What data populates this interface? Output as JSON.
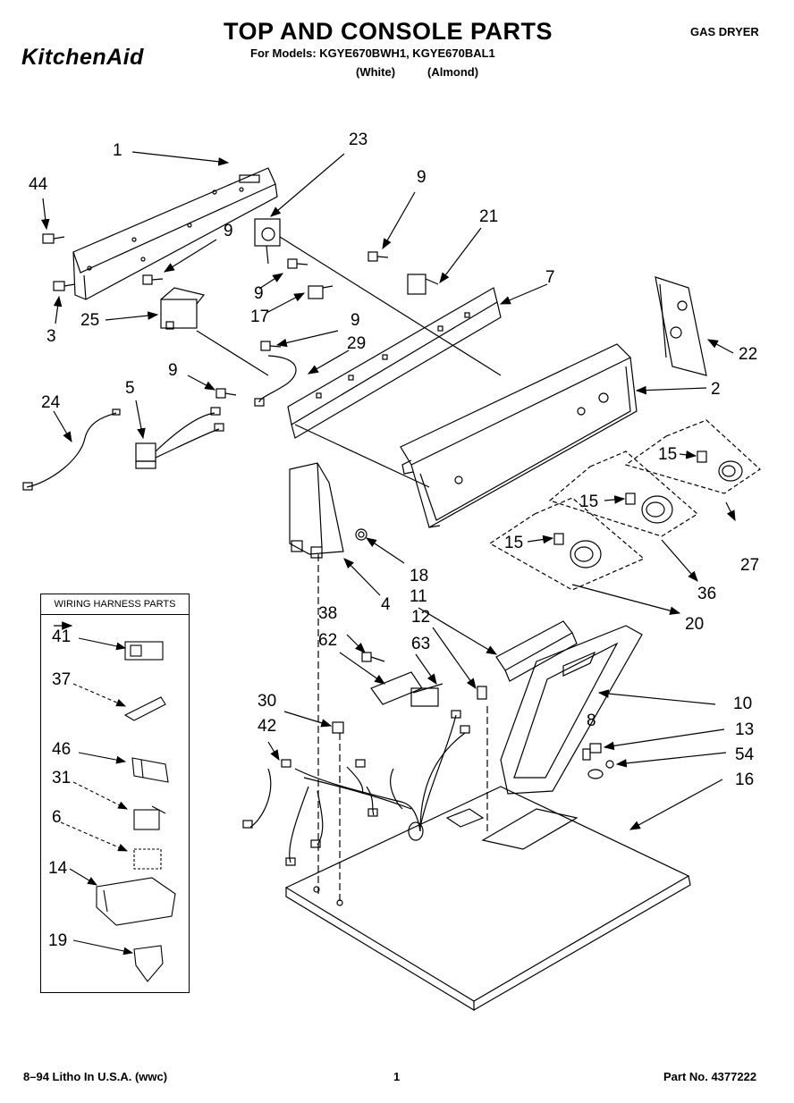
{
  "header": {
    "title": "TOP AND CONSOLE PARTS",
    "brand": "KitchenAid",
    "models": "For Models: KGYE670BWH1, KGYE670BAL1",
    "color_white": "(White)",
    "color_almond": "(Almond)",
    "product_type": "GAS DRYER"
  },
  "wiring_box": {
    "title": "WIRING HARNESS PARTS"
  },
  "callouts": {
    "c1": "1",
    "c44": "44",
    "c3": "3",
    "c25": "25",
    "c9a": "9",
    "c23": "23",
    "c9b": "9",
    "c17": "17",
    "c9c": "9",
    "c29": "29",
    "c9d": "9",
    "c9e": "9",
    "c21": "21",
    "c7": "7",
    "c22": "22",
    "c2": "2",
    "c24": "24",
    "c5": "5",
    "c15a": "15",
    "c15b": "15",
    "c15c": "15",
    "c27": "27",
    "c36": "36",
    "c20": "20",
    "c18": "18",
    "c4": "4",
    "c11": "11",
    "c12": "12",
    "c38": "38",
    "c62": "62",
    "c63": "63",
    "c10": "10",
    "c30": "30",
    "c8": "8",
    "c13": "13",
    "c42": "42",
    "c54": "54",
    "c16": "16",
    "w41": "41",
    "w37": "37",
    "w46": "46",
    "w31": "31",
    "w6": "6",
    "w14": "14",
    "w19": "19"
  },
  "footer": {
    "litho": "8–94 Litho In U.S.A. (wwc)",
    "page_number": "1",
    "part_number": "Part No. 4377222"
  }
}
